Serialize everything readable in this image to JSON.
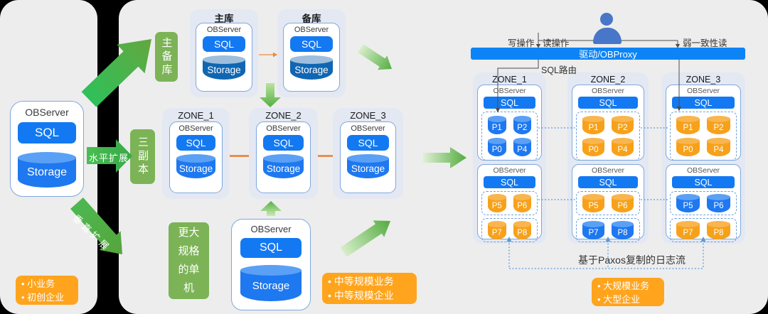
{
  "palette": {
    "card_gray": "#EDEDEE",
    "container_lavender": "#E3E8F3",
    "box_border_blue": "#7FA8DC",
    "sql_blue": "#1379F2",
    "proxy_bar_blue": "#0D84F5",
    "cylinder_blue": "#1E78F0",
    "cylinder_orange": "#F7A11A",
    "storage_dark_blue": "#1066B2",
    "green_label": "#7CB356",
    "green_arrow": "#4FAE47",
    "tag_orange": "#FFA41C",
    "connector_orange": "#ED7D31",
    "dotted_link_blue": "#5B9BD5"
  },
  "common": {
    "server_title": "OBServer",
    "sql": "SQL",
    "storage": "Storage"
  },
  "left": {
    "tag": [
      "小业务",
      "初创企业"
    ]
  },
  "labels": {
    "primary_backup": "主备库",
    "three_replicas": "三副本",
    "horizontal_scale": "水平扩展",
    "vertical_scale": "垂直扩展",
    "bigger_single": "更大规格的单机"
  },
  "middle": {
    "primary": "主库",
    "standby": "备库",
    "zones": [
      "ZONE_1",
      "ZONE_2",
      "ZONE_3"
    ],
    "tag": [
      "中等规模业务",
      "中等规模企业"
    ]
  },
  "right": {
    "ops": {
      "write": "写操作",
      "read": "读操作",
      "weak_read": "弱一致性读",
      "sql_route": "SQL路由"
    },
    "proxy": "驱动/OBProxy",
    "zones": [
      {
        "label": "ZONE_1",
        "top": {
          "parts": [
            {
              "label": "P1",
              "color": "blue"
            },
            {
              "label": "P2",
              "color": "blue"
            },
            {
              "label": "P0",
              "color": "blue"
            },
            {
              "label": "P4",
              "color": "blue"
            }
          ]
        },
        "bottom": {
          "group_a": [
            {
              "label": "P5",
              "color": "orange"
            },
            {
              "label": "P6",
              "color": "orange"
            }
          ],
          "group_b": [
            {
              "label": "P7",
              "color": "orange"
            },
            {
              "label": "P8",
              "color": "orange"
            }
          ]
        }
      },
      {
        "label": "ZONE_2",
        "top": {
          "parts": [
            {
              "label": "P1",
              "color": "orange"
            },
            {
              "label": "P2",
              "color": "orange"
            },
            {
              "label": "P0",
              "color": "orange"
            },
            {
              "label": "P4",
              "color": "orange"
            }
          ]
        },
        "bottom": {
          "group_a": [
            {
              "label": "P5",
              "color": "orange"
            },
            {
              "label": "P6",
              "color": "orange"
            }
          ],
          "group_b": [
            {
              "label": "P7",
              "color": "blue"
            },
            {
              "label": "P8",
              "color": "blue"
            }
          ]
        }
      },
      {
        "label": "ZONE_3",
        "top": {
          "parts": [
            {
              "label": "P1",
              "color": "orange"
            },
            {
              "label": "P2",
              "color": "orange"
            },
            {
              "label": "P0",
              "color": "orange"
            },
            {
              "label": "P4",
              "color": "orange"
            }
          ]
        },
        "bottom": {
          "group_a": [
            {
              "label": "P5",
              "color": "blue"
            },
            {
              "label": "P6",
              "color": "blue"
            }
          ],
          "group_b": [
            {
              "label": "P7",
              "color": "orange"
            },
            {
              "label": "P8",
              "color": "orange"
            }
          ]
        }
      }
    ],
    "paxos": "基于Paxos复制的日志流",
    "tag": [
      "大规模业务",
      "大型企业"
    ]
  }
}
